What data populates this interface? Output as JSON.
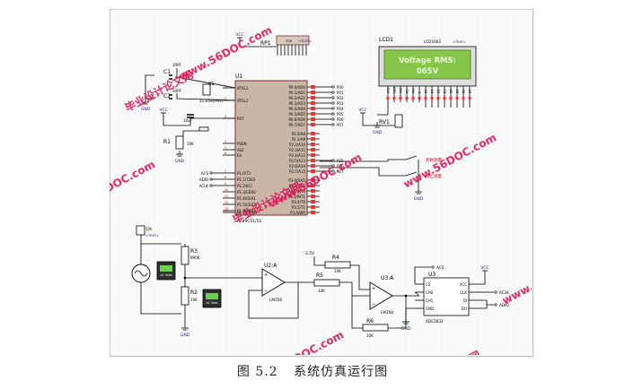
{
  "colors": {
    "wire": "#000000",
    "chip": "#c9b6a6",
    "chip_border": "#8b2c2c",
    "lcd_bg": "#86c64a",
    "lcd_text": "#e8f7d8",
    "watermark": "#e4165a",
    "label_blue": "#1a237e",
    "pin_red": "#cc0000",
    "grid": "#f0f0f0"
  },
  "watermarks": [
    {
      "text": "毕业设计论文网"
    },
    {
      "text": "www.56DOC.com"
    }
  ],
  "labels": {
    "vcc": "VCC",
    "gnd": "GND",
    "text_placeholder": "<TEXT>",
    "rp1": "RP1",
    "rp1_val": "10K",
    "lcd1": "LCD1",
    "lcd_model": "LCD1602",
    "lcd_line1": "Voltage RMS:",
    "lcd_line2": "065V",
    "u1": "U1",
    "u1_model": "AT89C51/52",
    "c1": "C1",
    "c1_val": "30PF",
    "c2": "C2",
    "c2_val": "30PF",
    "x1": "X1",
    "x1_val": "11.0592MHz",
    "c3_val": "10uF",
    "r1": "R1",
    "r1_val": "10K",
    "rv1": "RV1",
    "btn1": "开始测量",
    "btn2": "停止测量",
    "r3": "R3",
    "r3_val": "990K",
    "r2": "R2",
    "r2_val": "10K",
    "u2": "U2:A",
    "u2_model": "LM358",
    "u3": "U3:A",
    "u3_model": "LM358",
    "r4": "R4",
    "r4_val": "10K",
    "r5": "R5",
    "r5_val": "10K",
    "r6": "R6",
    "r6_val": "10K",
    "vref": "2.5V",
    "adc": "U3",
    "adc_model": "ADC0832",
    "acs": "ACS",
    "aclk": "ACLK",
    "adio": "ADIO",
    "ac_volts": "AC Volts",
    "pot_val": "10k"
  },
  "u1_left_pins": [
    "XTAL1",
    "XTAL2",
    "RST",
    "PSEN",
    "ALE",
    "EA",
    "P1.0/T2",
    "P1.1/T2EX",
    "P1.2/ECI",
    "P1.3/CEX0",
    "P1.4/CEX1",
    "P1.5/CEX2",
    "P1.6/CEX3",
    "P1.7/CEX4"
  ],
  "u1_right_pins": [
    "P0.0/AD0",
    "P0.1/AD1",
    "P0.2/AD2",
    "P0.3/AD3",
    "P0.4/AD4",
    "P0.5/AD5",
    "P0.6/AD6",
    "P0.7/AD7",
    "P2.0/A8",
    "P2.1/A9",
    "P2.2/A10",
    "P2.3/A11",
    "P2.4/A12",
    "P2.5/A13",
    "P2.6/A14",
    "P2.7/A15",
    "P3.0/RXD",
    "P3.1/TXD",
    "P3.2/INT0",
    "P3.3/INT1",
    "P3.4/T0",
    "P3.5/T1",
    "P3.6/WR",
    "P3.7/RD"
  ],
  "p0_nets": [
    "P00",
    "P01",
    "P02",
    "P03",
    "P04",
    "P05",
    "P06",
    "P07"
  ],
  "p2_nets": [
    "P25",
    "P26",
    "P27"
  ],
  "u1_left_nets": [
    "ACS",
    "ADIO",
    "ACLK"
  ],
  "lcd_pins": [
    "VSS",
    "VDD",
    "VEE",
    "RS",
    "RW",
    "E",
    "D0",
    "D1",
    "D2",
    "D3",
    "D4",
    "D5",
    "D6",
    "D7"
  ],
  "adc_pins_left": [
    "CS",
    "CH0",
    "CH1",
    "GND"
  ],
  "adc_pins_right": [
    "VCC",
    "CLK",
    "DI",
    "DO"
  ],
  "caption": {
    "figure": "图 5.2",
    "title": "系统仿真运行图"
  }
}
